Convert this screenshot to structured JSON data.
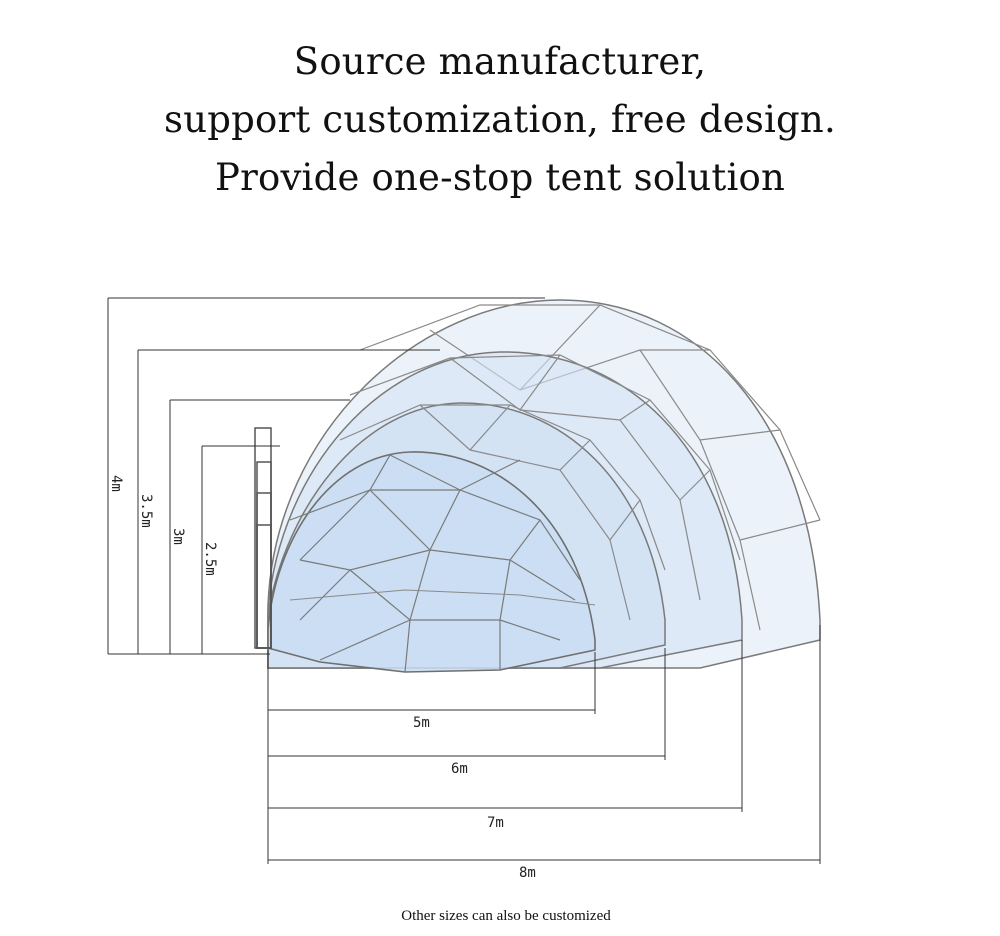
{
  "headline": {
    "line1": "Source manufacturer,",
    "line2": "support customization, free design.",
    "line3": "Provide one-stop tent solution"
  },
  "dimensions": {
    "heights": [
      "4m",
      "3.5m",
      "3m",
      "2.5m"
    ],
    "widths": [
      "5m",
      "6m",
      "7m",
      "8m"
    ]
  },
  "footnote": "Other sizes can also be customized",
  "colors": {
    "glass": "#cfe0f3",
    "frame": "#6f6f6f",
    "line": "#333333"
  }
}
